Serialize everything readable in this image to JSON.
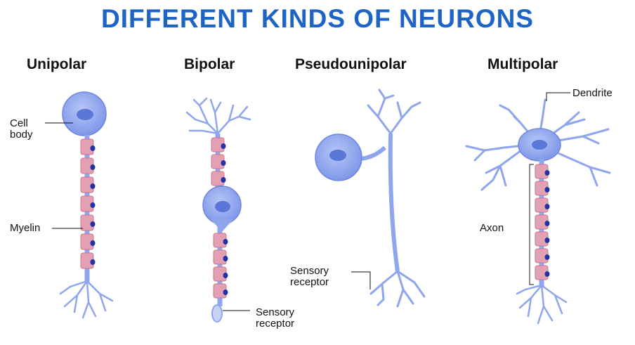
{
  "title": "DIFFERENT KINDS OF NEURONS",
  "headings": {
    "unipolar": "Unipolar",
    "bipolar": "Bipolar",
    "pseudounipolar": "Pseudounipolar",
    "multipolar": "Multipolar"
  },
  "labels": {
    "cell_body_line1": "Cell",
    "cell_body_line2": "body",
    "myelin": "Myelin",
    "sensory_receptor_line1": "Sensory",
    "sensory_receptor_line2": "receptor",
    "dendrite": "Dendrite",
    "axon": "Axon"
  },
  "colors": {
    "title": "#1e64c4",
    "neuron_fill": "#8fa6ee",
    "neuron_stroke": "#6f86dd",
    "nucleus": "#5a76d6",
    "myelin_fill": "#e3a0b2",
    "myelin_stroke": "#c9788e",
    "node": "#2233aa"
  }
}
